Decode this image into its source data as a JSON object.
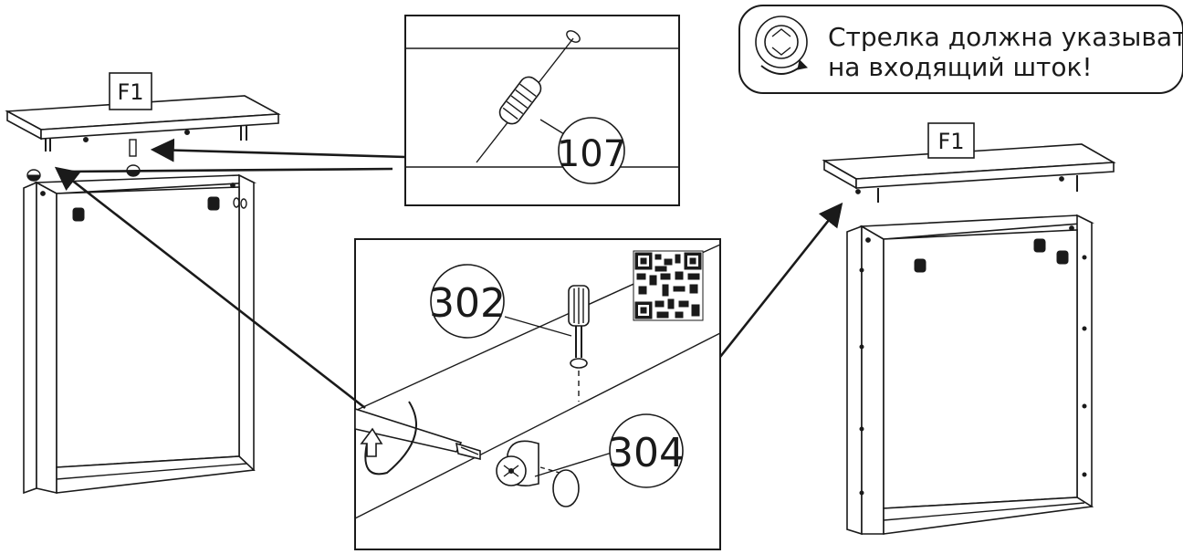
{
  "part_labels": {
    "left_panel": "F1",
    "right_panel": "F1"
  },
  "callouts": {
    "dowel": "107",
    "screw": "302",
    "cam_lock": "304"
  },
  "note": {
    "line1": "Стрелка должна указывать",
    "line2": "на входящий шток!"
  },
  "colors": {
    "line": "#1a1a1a",
    "background": "#ffffff",
    "shade": "#ececec"
  },
  "icons": [
    "cam-lock-arrow-icon",
    "qr-code-icon",
    "screwdriver-icon",
    "rotate-arrow-icon"
  ]
}
